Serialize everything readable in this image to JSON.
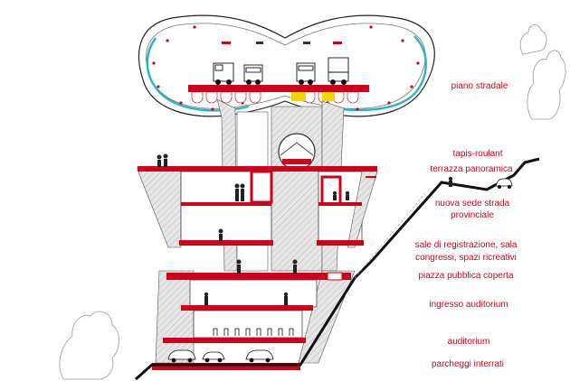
{
  "labels": {
    "piano_stradale": "piano stradale",
    "tapis_roulant": "tapis-roulant",
    "terrazza_panoramica": "terrazza panoramica",
    "nuova_sede_line1": "nuova sede strada",
    "nuova_sede_line2": "provinciale",
    "sale_line1": "sale di registrazione, sala",
    "sale_line2": "congressi, spazi ricreativi",
    "piazza_pubblica": "piazza pubblica coperta",
    "ingresso_auditorium": "ingresso auditorium",
    "auditorium": "auditorium",
    "parcheggi_interrati": "parcheggi interrati"
  },
  "colors": {
    "accent_red": "#d0021b",
    "hatch_gray": "#cfcfcf",
    "tunnel_cyan": "#2ab3c4",
    "ink": "#111111",
    "faint_line": "#9a9a9a"
  },
  "icons": {
    "vehicles": [
      "truck-icon",
      "bus-icon",
      "car-icon"
    ],
    "people": [
      "person-icon"
    ]
  }
}
